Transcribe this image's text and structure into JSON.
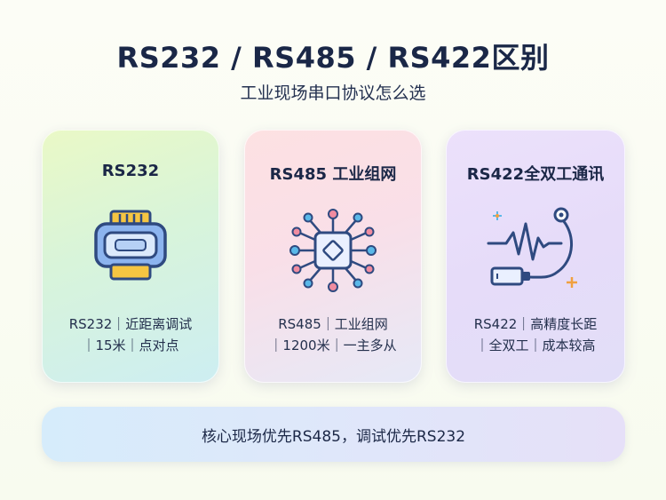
{
  "header": {
    "title": "RS232 / RS485 / RS422区别",
    "subtitle": "工业现场串口协议怎么选"
  },
  "cards": [
    {
      "title": "RS232",
      "icon": "serial-port-connector-icon",
      "desc_line1": "RS232｜近距离调试",
      "desc_line2": "｜15米｜点对点"
    },
    {
      "title": "RS485 工业组网",
      "icon": "network-chip-icon",
      "desc_line1": "RS485｜工业组网",
      "desc_line2": "｜1200米｜一主多从"
    },
    {
      "title": "RS422全双工通讯",
      "icon": "signal-cable-icon",
      "desc_line1": "RS422｜高精度长距",
      "desc_line2": "｜全双工｜成本较高"
    }
  ],
  "footer": {
    "text": "核心现场优先RS485，调试优先RS232"
  },
  "colors": {
    "title": "#1a2747",
    "icon_blue": "#3c5a9a",
    "icon_yellow": "#f5c542",
    "icon_pink": "#f08ca0",
    "icon_cyan": "#5ab8e8",
    "icon_orange": "#f0a040"
  }
}
